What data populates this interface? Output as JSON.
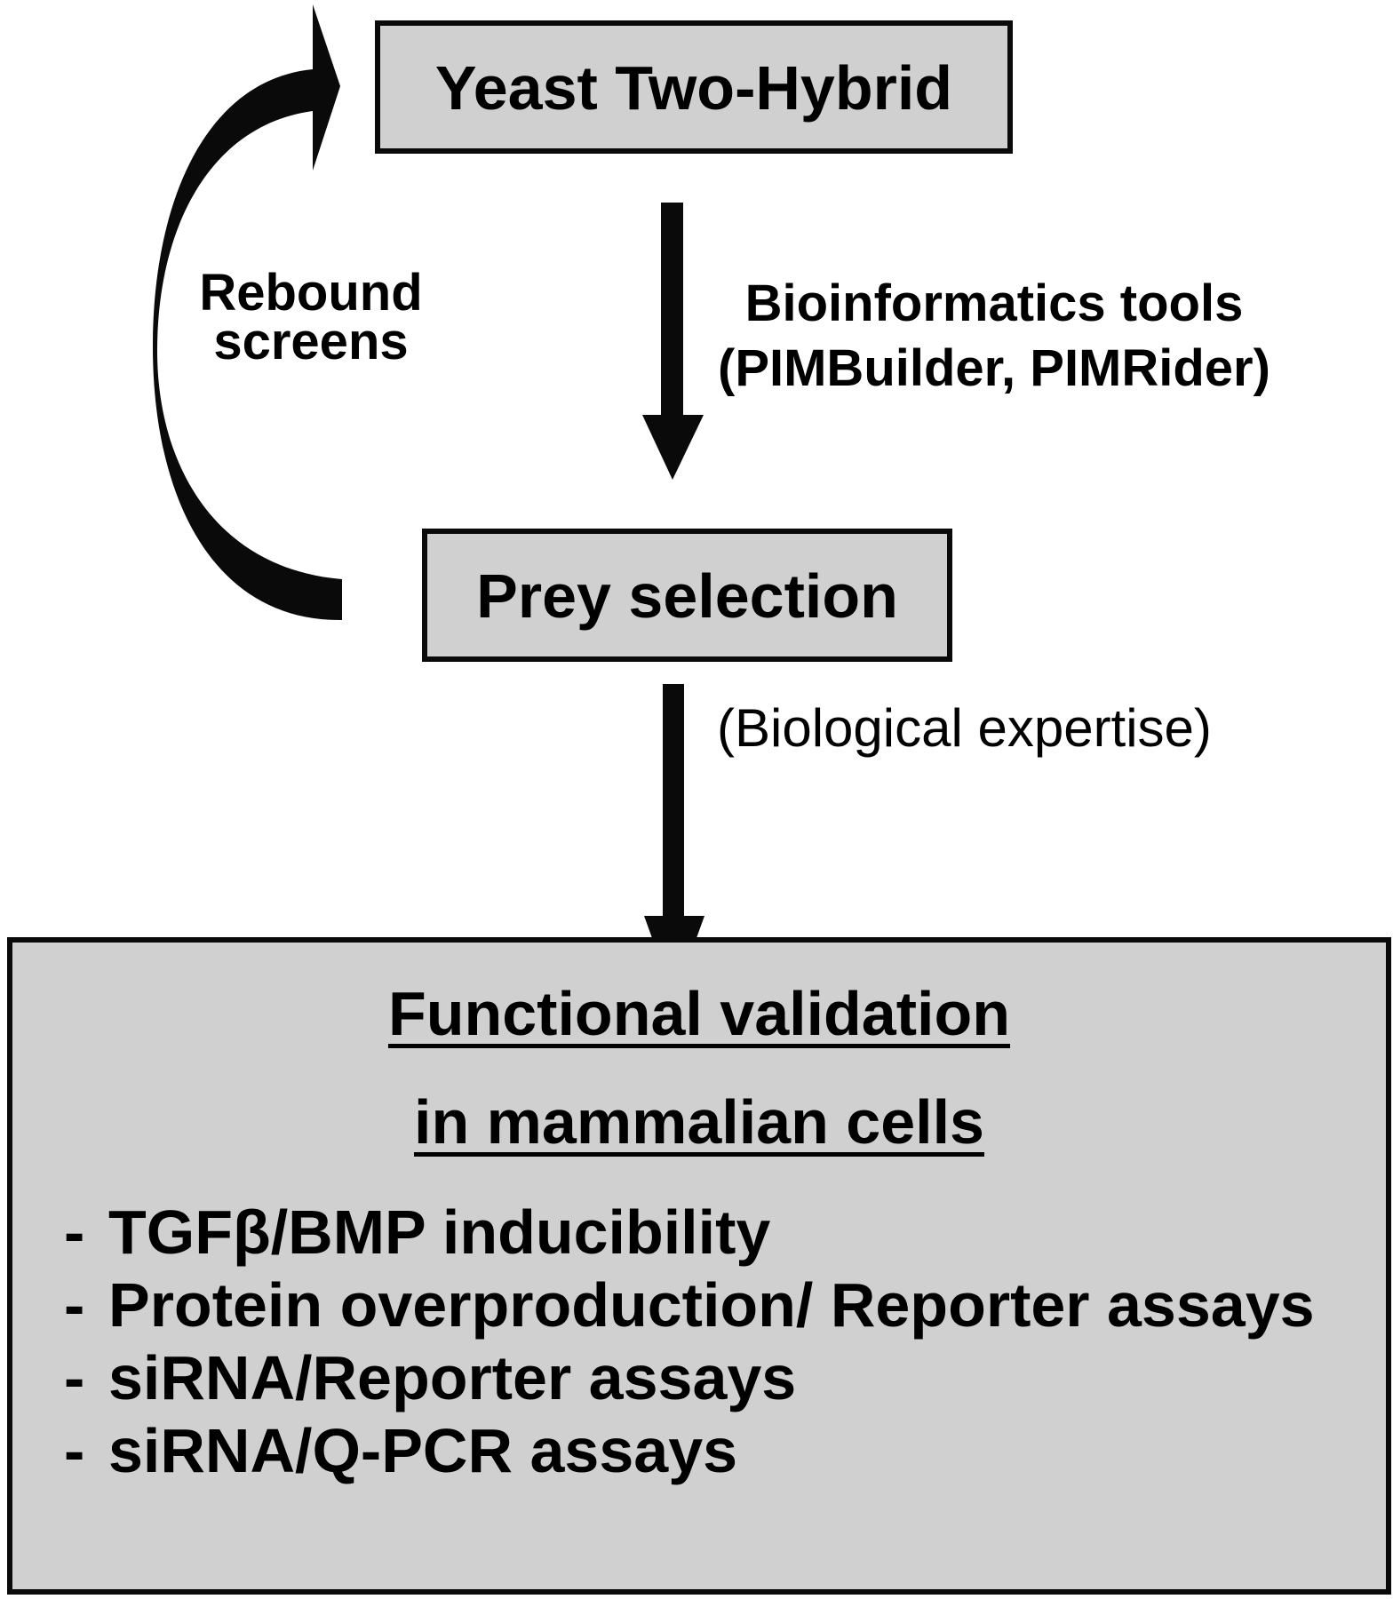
{
  "diagram": {
    "type": "flowchart",
    "nodes": {
      "yeast_two_hybrid": {
        "label": "Yeast Two-Hybrid"
      },
      "prey_selection": {
        "label": "Prey selection"
      },
      "functional_validation": {
        "title_lines": [
          "Functional validation",
          "in mammalian cells"
        ],
        "items": [
          {
            "dash": "-",
            "text": "TGFβ/BMP inducibility"
          },
          {
            "dash": "-",
            "text": "Protein overproduction/ Reporter assays"
          },
          {
            "dash": "-",
            "text": "siRNA/Reporter assays"
          },
          {
            "dash": "-",
            "text": "siRNA/Q-PCR assays"
          }
        ]
      }
    },
    "edges": [
      {
        "from": "yeast_two_hybrid",
        "to": "prey_selection",
        "label_lines": [
          "Bioinformatics tools",
          "(PIMBuilder, PIMRider)"
        ]
      },
      {
        "from": "prey_selection",
        "to": "functional_validation",
        "label": "(Biological expertise)"
      },
      {
        "from": "prey_selection",
        "to": "yeast_two_hybrid",
        "label_lines": [
          "Rebound",
          "screens"
        ],
        "style": "curved"
      }
    ],
    "colors": {
      "box_fill": "#d0d0d0",
      "stroke": "#0a0a0a",
      "background": "#ffffff"
    }
  }
}
